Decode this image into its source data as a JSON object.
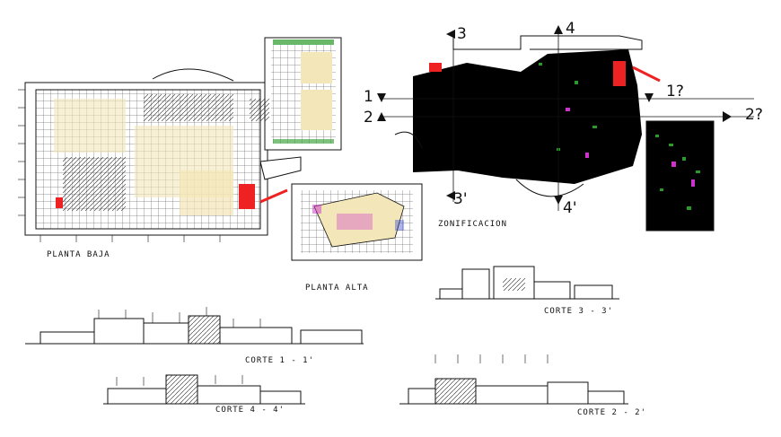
{
  "labels": {
    "planta_baja": "PLANTA BAJA",
    "planta_alta": "PLANTA ALTA",
    "zonificacion": "ZONIFICACION",
    "corte_1": "CORTE 1 - 1'",
    "corte_2": "CORTE 2 - 2'",
    "corte_3": "CORTE 3 - 3'",
    "corte_4": "CORTE 4 - 4'"
  },
  "section_marks": {
    "m1": "1",
    "m2": "2",
    "m3": "3",
    "m4": "4",
    "m1r": "1?",
    "m2r": "2?",
    "m3b": "3'",
    "m4b": "4'"
  },
  "colors": {
    "ink": "#111111",
    "fill_tan": "#f3e6b8",
    "accent_red": "#ee2222",
    "accent_green": "#2a9a2a",
    "accent_magenta": "#cc33cc",
    "accent_blue": "#3344cc"
  }
}
